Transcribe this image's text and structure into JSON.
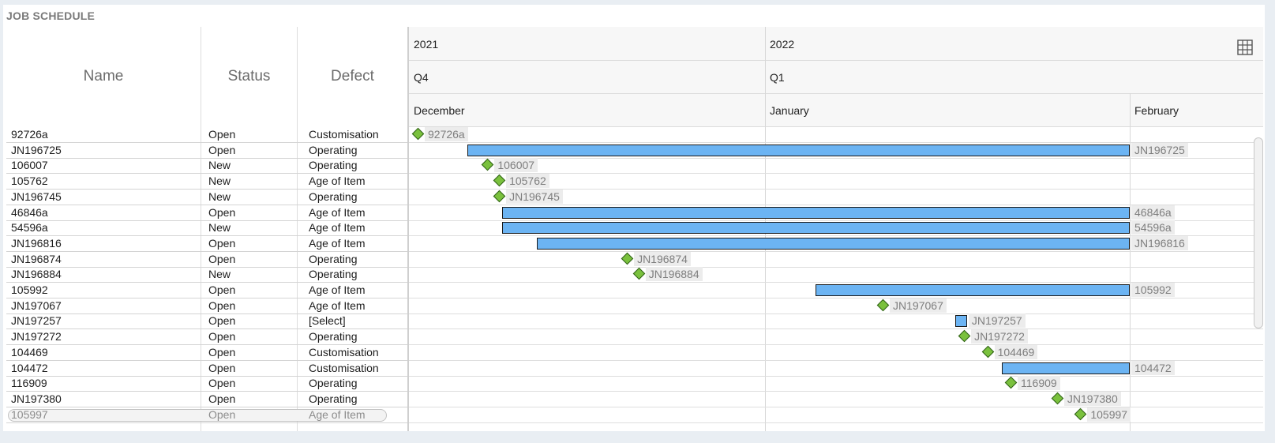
{
  "title": "JOB SCHEDULE",
  "columns": {
    "name": "Name",
    "status": "Status",
    "defect": "Defect"
  },
  "timeline": {
    "years": [
      "2021",
      "2022"
    ],
    "quarters": [
      "Q4",
      "Q1"
    ],
    "months": [
      "December",
      "January",
      "February"
    ],
    "view_icon": "grid-icon"
  },
  "colors": {
    "bar_fill": "#6cb4f3",
    "milestone": "#7ac13d",
    "header_bg": "#f7f7f7"
  },
  "tasks": [
    {
      "name": "92726a",
      "status": "Open",
      "defect": "Customisation",
      "kind": "milestone",
      "start": "2021-12-01",
      "label": "92726a"
    },
    {
      "name": "JN196725",
      "status": "Open",
      "defect": "Operating",
      "kind": "bar",
      "start": "2021-12-06",
      "end": "2022-02-01",
      "label": "JN196725"
    },
    {
      "name": "106007",
      "status": "New",
      "defect": "Operating",
      "kind": "milestone",
      "start": "2021-12-07",
      "label": "106007"
    },
    {
      "name": "105762",
      "status": "New",
      "defect": "Age of Item",
      "kind": "milestone",
      "start": "2021-12-08",
      "label": "105762"
    },
    {
      "name": "JN196745",
      "status": "New",
      "defect": "Operating",
      "kind": "milestone",
      "start": "2021-12-08",
      "label": "JN196745"
    },
    {
      "name": "46846a",
      "status": "Open",
      "defect": "Age of Item",
      "kind": "bar",
      "start": "2021-12-09",
      "end": "2022-02-01",
      "label": "46846a"
    },
    {
      "name": "54596a",
      "status": "New",
      "defect": "Age of Item",
      "kind": "bar",
      "start": "2021-12-09",
      "end": "2022-02-01",
      "label": "54596a"
    },
    {
      "name": "JN196816",
      "status": "Open",
      "defect": "Age of Item",
      "kind": "bar",
      "start": "2021-12-12",
      "end": "2022-02-01",
      "label": "JN196816"
    },
    {
      "name": "JN196874",
      "status": "Open",
      "defect": "Operating",
      "kind": "milestone",
      "start": "2021-12-19",
      "label": "JN196874"
    },
    {
      "name": "JN196884",
      "status": "New",
      "defect": "Operating",
      "kind": "milestone",
      "start": "2021-12-20",
      "label": "JN196884"
    },
    {
      "name": "105992",
      "status": "Open",
      "defect": "Age of Item",
      "kind": "bar",
      "start": "2022-01-05",
      "end": "2022-02-01",
      "label": "105992"
    },
    {
      "name": "JN197067",
      "status": "Open",
      "defect": "Age of Item",
      "kind": "milestone",
      "start": "2022-01-10",
      "label": "JN197067"
    },
    {
      "name": "JN197257",
      "status": "Open",
      "defect": "[Select]",
      "kind": "bar",
      "start": "2022-01-17",
      "end": "2022-01-18",
      "label": "JN197257"
    },
    {
      "name": "JN197272",
      "status": "Open",
      "defect": "Operating",
      "kind": "milestone",
      "start": "2022-01-17",
      "label": "JN197272"
    },
    {
      "name": "104469",
      "status": "Open",
      "defect": "Customisation",
      "kind": "milestone",
      "start": "2022-01-19",
      "label": "104469"
    },
    {
      "name": "104472",
      "status": "Open",
      "defect": "Customisation",
      "kind": "bar",
      "start": "2022-01-21",
      "end": "2022-02-01",
      "label": "104472"
    },
    {
      "name": "116909",
      "status": "Open",
      "defect": "Operating",
      "kind": "milestone",
      "start": "2022-01-21",
      "label": "116909"
    },
    {
      "name": "JN197380",
      "status": "Open",
      "defect": "Operating",
      "kind": "milestone",
      "start": "2022-01-25",
      "label": "JN197380"
    },
    {
      "name": "105997",
      "status": "Open",
      "defect": "Age of Item",
      "kind": "milestone",
      "start": "2022-01-27",
      "label": "105997",
      "faded": true
    }
  ]
}
